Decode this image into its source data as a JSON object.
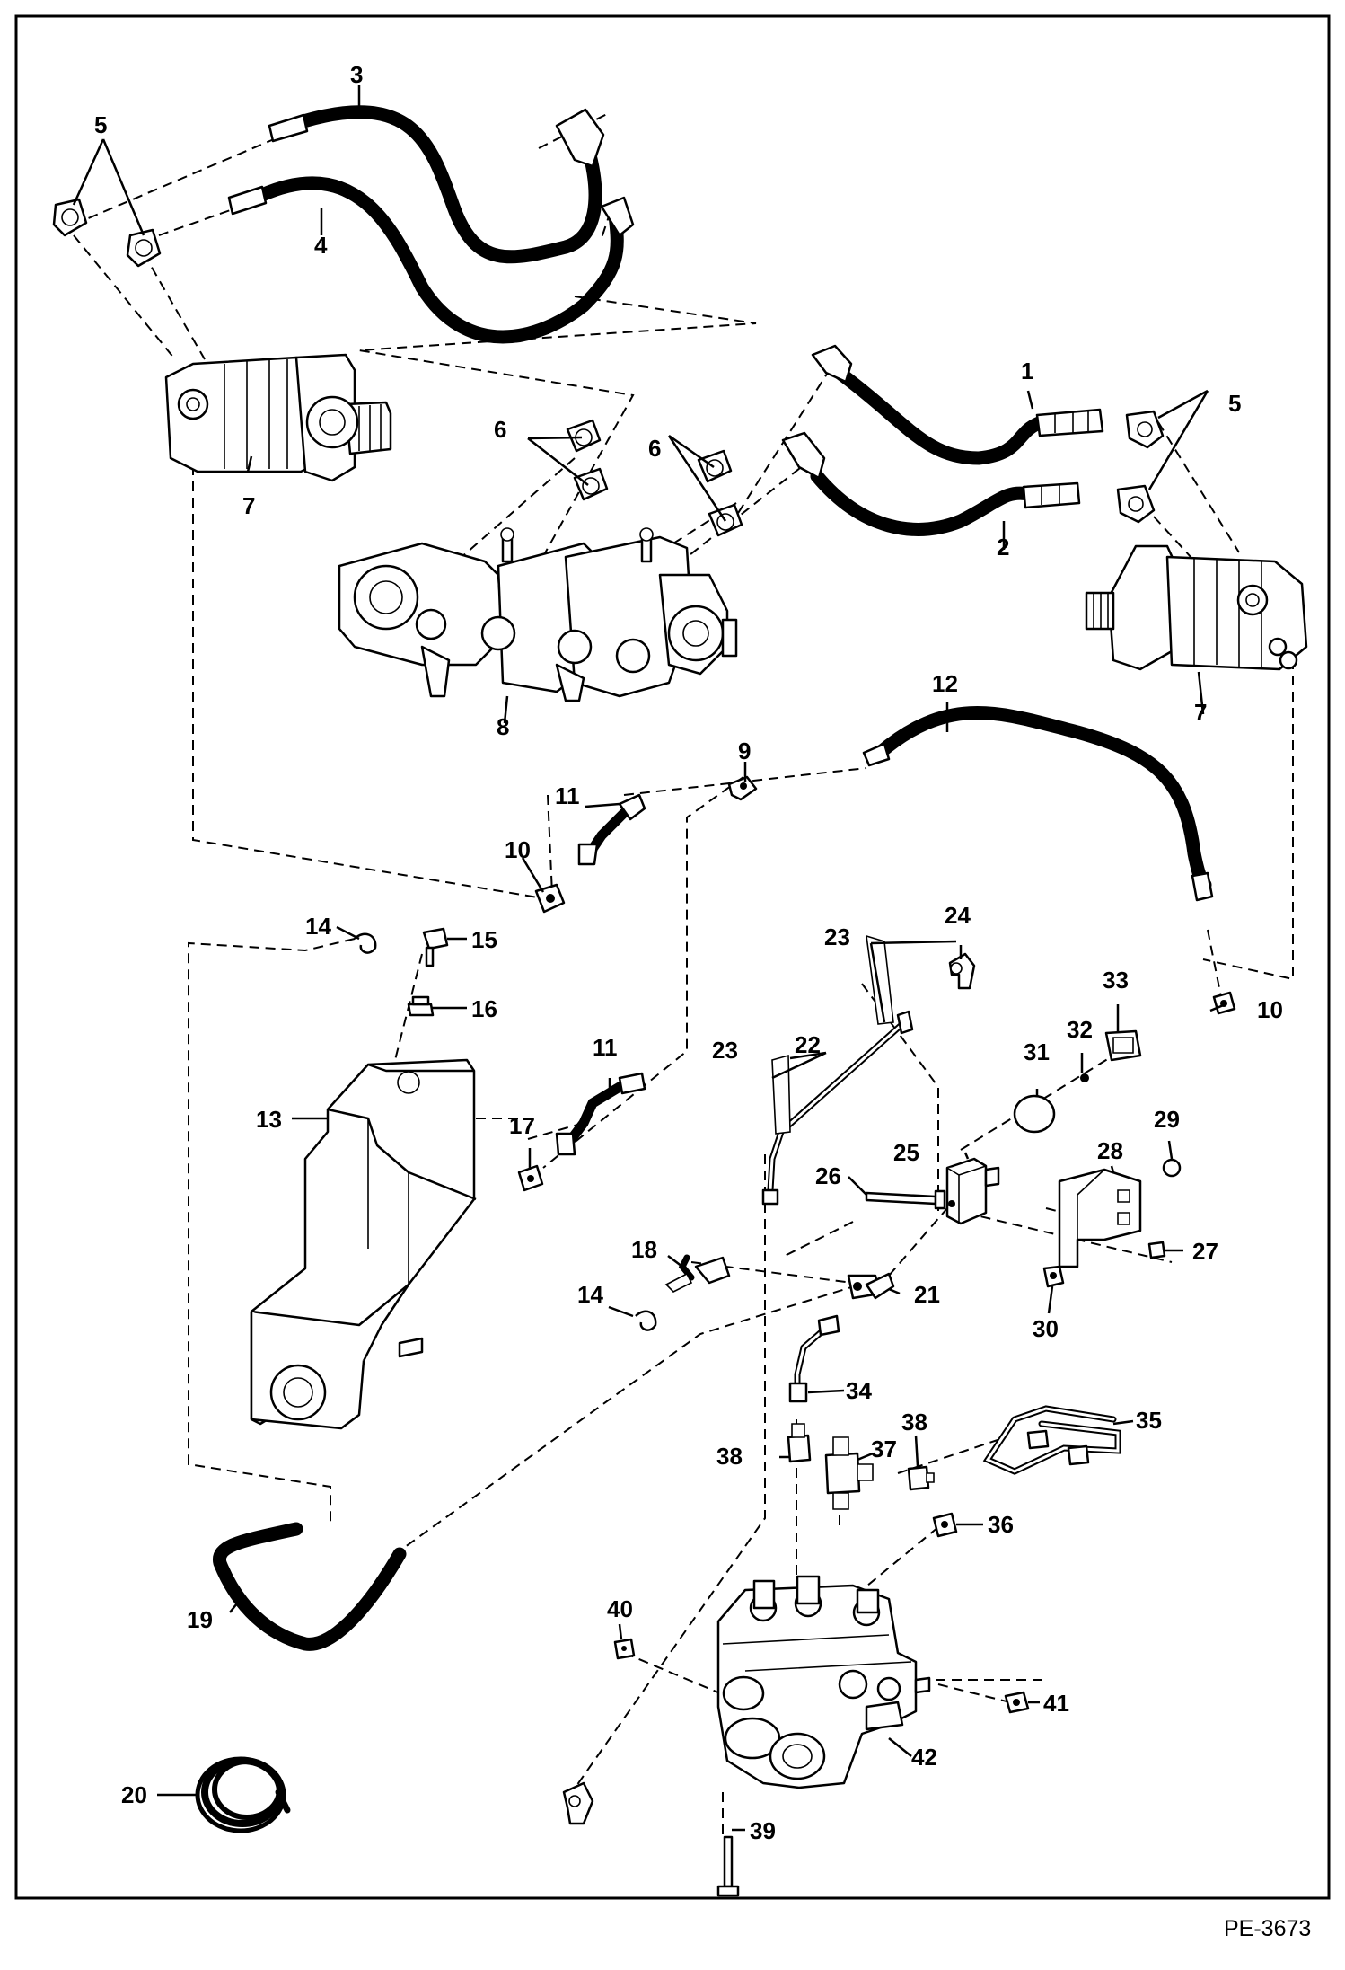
{
  "diagram": {
    "reference_code": "PE-3673",
    "callouts": [
      {
        "name": "callout-1",
        "label": "1"
      },
      {
        "name": "callout-2",
        "label": "2"
      },
      {
        "name": "callout-3",
        "label": "3"
      },
      {
        "name": "callout-4",
        "label": "4"
      },
      {
        "name": "callout-5-left",
        "label": "5"
      },
      {
        "name": "callout-5-right",
        "label": "5"
      },
      {
        "name": "callout-6-left",
        "label": "6"
      },
      {
        "name": "callout-6-right",
        "label": "6"
      },
      {
        "name": "callout-7-left",
        "label": "7"
      },
      {
        "name": "callout-7-right",
        "label": "7"
      },
      {
        "name": "callout-8",
        "label": "8"
      },
      {
        "name": "callout-9",
        "label": "9"
      },
      {
        "name": "callout-10-left",
        "label": "10"
      },
      {
        "name": "callout-10-right",
        "label": "10"
      },
      {
        "name": "callout-11-upper",
        "label": "11"
      },
      {
        "name": "callout-11-lower",
        "label": "11"
      },
      {
        "name": "callout-12",
        "label": "12"
      },
      {
        "name": "callout-13",
        "label": "13"
      },
      {
        "name": "callout-14-upper",
        "label": "14"
      },
      {
        "name": "callout-14-lower",
        "label": "14"
      },
      {
        "name": "callout-15",
        "label": "15"
      },
      {
        "name": "callout-16",
        "label": "16"
      },
      {
        "name": "callout-17",
        "label": "17"
      },
      {
        "name": "callout-18",
        "label": "18"
      },
      {
        "name": "callout-19",
        "label": "19"
      },
      {
        "name": "callout-20",
        "label": "20"
      },
      {
        "name": "callout-21",
        "label": "21"
      },
      {
        "name": "callout-22",
        "label": "22"
      },
      {
        "name": "callout-23-upper",
        "label": "23"
      },
      {
        "name": "callout-23-lower",
        "label": "23"
      },
      {
        "name": "callout-24",
        "label": "24"
      },
      {
        "name": "callout-25",
        "label": "25"
      },
      {
        "name": "callout-26",
        "label": "26"
      },
      {
        "name": "callout-27",
        "label": "27"
      },
      {
        "name": "callout-28",
        "label": "28"
      },
      {
        "name": "callout-29",
        "label": "29"
      },
      {
        "name": "callout-30",
        "label": "30"
      },
      {
        "name": "callout-31",
        "label": "31"
      },
      {
        "name": "callout-32",
        "label": "32"
      },
      {
        "name": "callout-33",
        "label": "33"
      },
      {
        "name": "callout-34",
        "label": "34"
      },
      {
        "name": "callout-35",
        "label": "35"
      },
      {
        "name": "callout-36",
        "label": "36"
      },
      {
        "name": "callout-37",
        "label": "37"
      },
      {
        "name": "callout-38-left",
        "label": "38"
      },
      {
        "name": "callout-38-right",
        "label": "38"
      },
      {
        "name": "callout-39",
        "label": "39"
      },
      {
        "name": "callout-40",
        "label": "40"
      },
      {
        "name": "callout-41",
        "label": "41"
      },
      {
        "name": "callout-42",
        "label": "42"
      }
    ]
  }
}
